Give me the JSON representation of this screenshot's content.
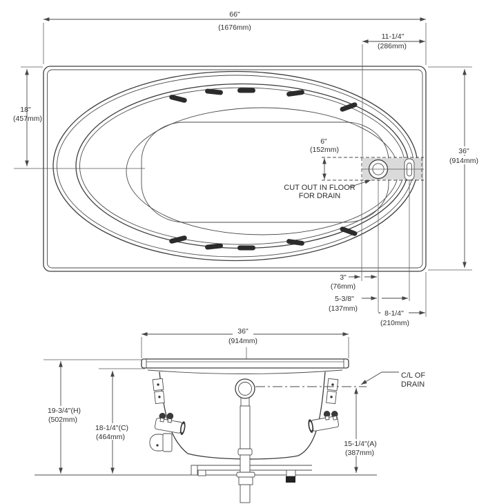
{
  "plan_view": {
    "overall_width": {
      "in": "66\"",
      "mm": "(1676mm)"
    },
    "deck_end_width": {
      "in": "11-1/4\"",
      "mm": "(286mm)"
    },
    "half_depth": {
      "in": "18\"",
      "mm": "(457mm)"
    },
    "overall_depth": {
      "in": "36\"",
      "mm": "(914mm)"
    },
    "drain_cutout": {
      "in": "6\"",
      "mm": "(152mm)"
    },
    "drain_offset_a": {
      "in": "3\"",
      "mm": "(76mm)"
    },
    "drain_offset_b": {
      "in": "5-3/8\"",
      "mm": "(137mm)"
    },
    "drain_offset_c": {
      "in": "8-1/4\"",
      "mm": "(210mm)"
    },
    "cutout_label_line1": "CUT OUT IN FLOOR",
    "cutout_label_line2": "FOR DRAIN"
  },
  "section_view": {
    "rim_width": {
      "in": "36\"",
      "mm": "(914mm)"
    },
    "height_h": {
      "in": "19-3/4\"(H)",
      "mm": "(502mm)"
    },
    "height_c": {
      "in": "18-1/4\"(C)",
      "mm": "(464mm)"
    },
    "height_a": {
      "in": "15-1/4\"(A)",
      "mm": "(387mm)"
    },
    "drain_cl_line1": "C/L OF",
    "drain_cl_line2": "DRAIN"
  },
  "colors": {
    "line": "#3d3d3d",
    "dimension": "#474747",
    "text": "#2e2e2e",
    "jet": "#2b2b2b",
    "cutout_shading": "#dadada",
    "background": "#ffffff"
  }
}
